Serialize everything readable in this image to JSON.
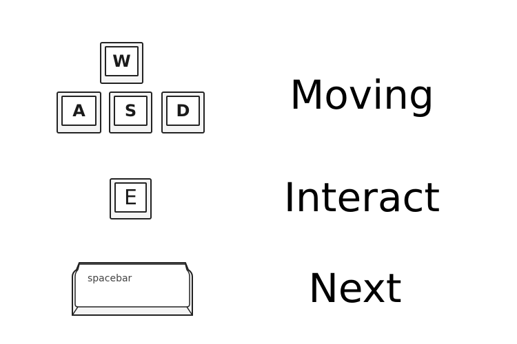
{
  "controls": [
    {
      "keys": [
        "W",
        "A",
        "S",
        "D"
      ],
      "action": "Moving"
    },
    {
      "keys": [
        "E"
      ],
      "action": "Interact"
    },
    {
      "keys": [
        "spacebar"
      ],
      "action": "Next"
    }
  ]
}
